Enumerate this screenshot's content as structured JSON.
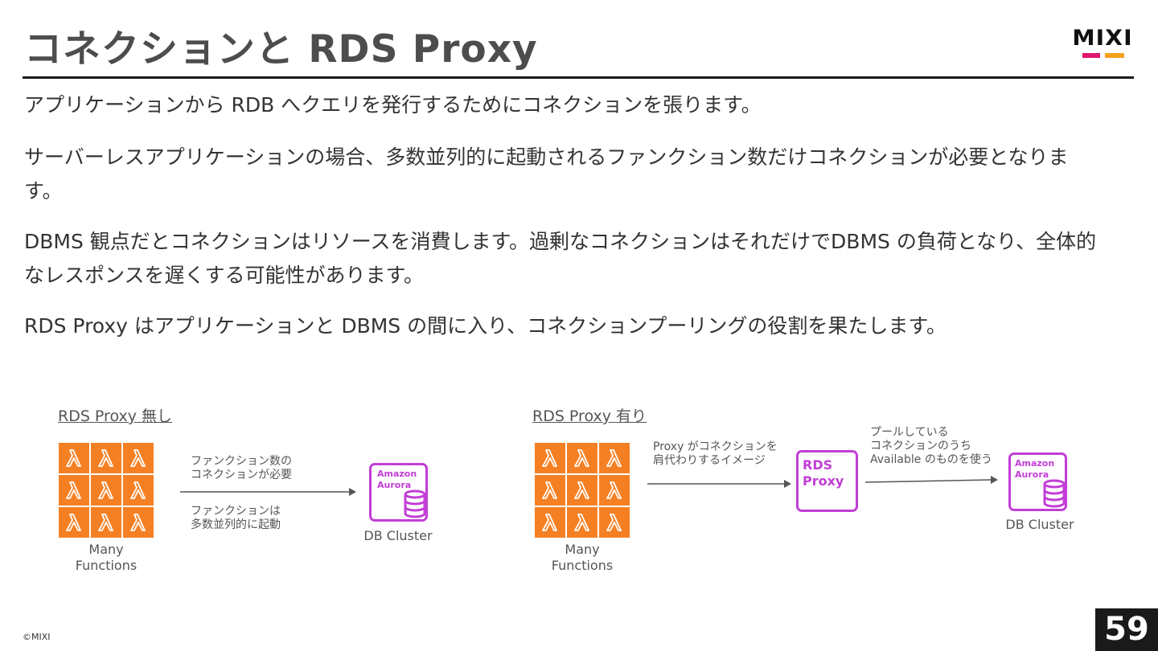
{
  "slide": {
    "title": "コネクションと RDS Proxy",
    "logo": "MIXI",
    "page_number": "59",
    "copyright": "©MIXI"
  },
  "body": {
    "paragraphs": [
      "アプリケーションから RDB へクエリを発行するためにコネクションを張ります。",
      "サーバーレスアプリケーションの場合、多数並列的に起動されるファンクション数だけコネクションが必要となります。",
      "DBMS 観点だとコネクションはリソースを消費します。過剰なコネクションはそれだけでDBMS の負荷となり、全体的なレスポンスを遅くする可能性があります。",
      "RDS Proxy はアプリケーションと DBMS の間に入り、コネクションプーリングの役割を果たします。"
    ]
  },
  "diagram_without_proxy": {
    "heading": "RDS Proxy 無し",
    "functions_caption": [
      "Many",
      "Functions"
    ],
    "note_top": [
      "ファンクション数の",
      "コネクションが必要"
    ],
    "note_bottom": [
      "ファンクションは",
      "多数並列的に起動"
    ],
    "db_icon_text": [
      "Amazon",
      "Aurora"
    ],
    "db_caption": "DB Cluster"
  },
  "diagram_with_proxy": {
    "heading": "RDS Proxy 有り",
    "functions_caption": [
      "Many",
      "Functions"
    ],
    "note_left": [
      "Proxy がコネクションを",
      "肩代わりするイメージ"
    ],
    "proxy_icon_text": [
      "RDS",
      "Proxy"
    ],
    "note_right": [
      "プールしている",
      "コネクションのうち",
      "Available のものを使う"
    ],
    "db_icon_text": [
      "Amazon",
      "Aurora"
    ],
    "db_caption": "DB Cluster"
  },
  "colors": {
    "lambda_tile": "#f58024",
    "aws_icon": "#c23ed6",
    "logo_pink": "#e0156d",
    "logo_orange": "#f5a11c"
  },
  "icons": [
    "lambda-icon",
    "aurora-icon",
    "rds-proxy-icon",
    "arrow-icon"
  ]
}
